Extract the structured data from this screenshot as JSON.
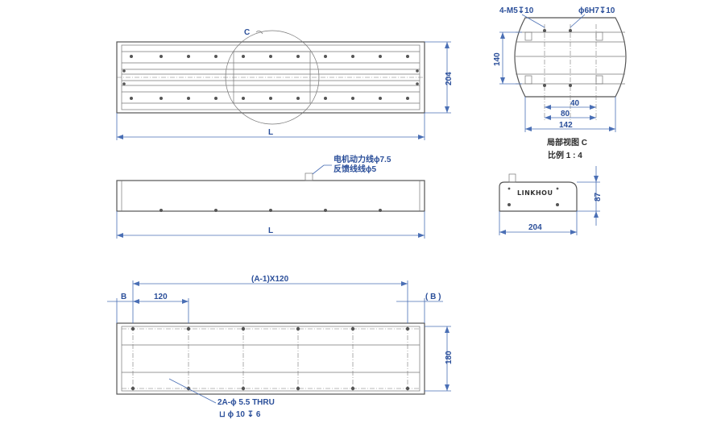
{
  "dimensions": {
    "top_height": "204",
    "top_length": "L",
    "callout_c": "C",
    "side_length": "L",
    "cable_power": "电机动力线ϕ7.5",
    "cable_feedback": "反馈线线ϕ5",
    "pitch": "(A-1)X120",
    "pitch_unit": "120",
    "b_left": "B",
    "b_right": "( B )",
    "bottom_height": "180",
    "hole_spec": "2A-ϕ 5.5 THRU",
    "cbore_spec": "⊔ ϕ 10 ↧ 6",
    "detail_tap": "4-M5↧10",
    "detail_pin": "ϕ6H7↧10",
    "detail_height": "140",
    "detail_40": "40",
    "detail_80": "80",
    "detail_142": "142",
    "detail_title": "局部视图 C",
    "detail_scale": "比例 1 : 4",
    "end_height": "87",
    "end_width": "204",
    "brand": "LINKHOU"
  },
  "colors": {
    "dimension": "#2b4f9a",
    "outline": "#555555"
  }
}
